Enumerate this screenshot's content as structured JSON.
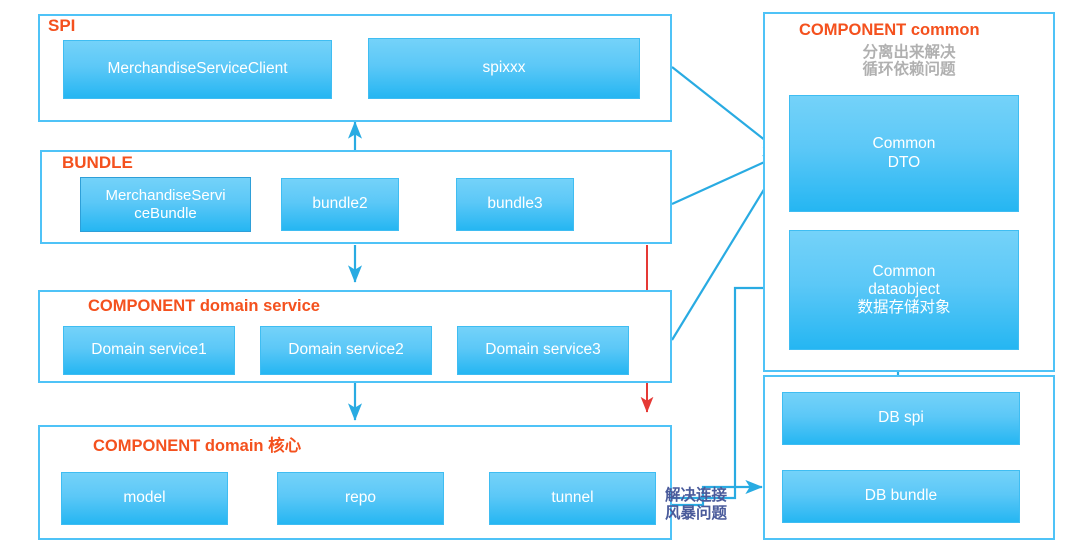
{
  "diagram": {
    "title": "Component / Bundle / SPI layered architecture",
    "accent_color": "#F4511E",
    "box_color": "#4FC3F7",
    "line_color": "#29ABE2",
    "warn_color": "#E53935",
    "note_color": "#4A5B9B",
    "sub_color": "#B0B0B0"
  },
  "groups": {
    "spi": {
      "label": "SPI",
      "boxes": [
        {
          "label": "MerchandiseServiceClient"
        },
        {
          "label": "spixxx"
        }
      ]
    },
    "bundle": {
      "label": "BUNDLE",
      "boxes": [
        {
          "label": "MerchandiseServi\nceBundle"
        },
        {
          "label": "bundle2"
        },
        {
          "label": "bundle3"
        }
      ]
    },
    "domain_service": {
      "label": "COMPONENT domain service",
      "boxes": [
        {
          "label": "Domain service1"
        },
        {
          "label": "Domain service2"
        },
        {
          "label": "Domain service3"
        }
      ]
    },
    "domain_core": {
      "label": "COMPONENT domain 核心",
      "boxes": [
        {
          "label": "model"
        },
        {
          "label": "repo"
        },
        {
          "label": "tunnel"
        }
      ]
    },
    "common": {
      "label": "COMPONENT common",
      "sublabel": "分离出来解决\n循环依赖问题",
      "boxes": [
        {
          "label": "Common\nDTO"
        },
        {
          "label": "Common\ndataobject\n数据存储对象"
        }
      ]
    },
    "db": {
      "label": "",
      "boxes": [
        {
          "label": "DB spi"
        },
        {
          "label": "DB bundle"
        }
      ]
    }
  },
  "notes": [
    {
      "text": "解决连接\n风暴问题"
    }
  ]
}
